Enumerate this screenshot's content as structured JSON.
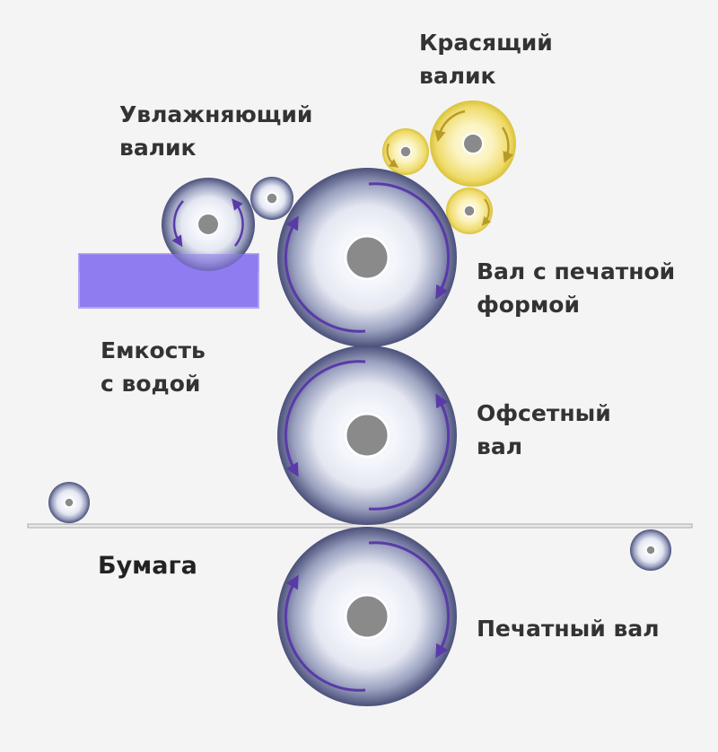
{
  "labels": {
    "ink_roller": [
      "Красящий",
      "валик"
    ],
    "damp_roller": [
      "Увлажняющий",
      "валик"
    ],
    "plate_cylinder": [
      "Вал с печатной",
      "формой"
    ],
    "water_fountain": [
      "Емкость",
      "с водой"
    ],
    "blanket_cylinder": [
      "Офсетный",
      "вал"
    ],
    "paper": "Бумага",
    "impression_cylinder": "Печатный вал"
  },
  "colors": {
    "background": "#f4f4f4",
    "cylinder_edge": "#4a4f72",
    "cylinder_mid": "#9ea6c2",
    "cylinder_center": "#e9eef8",
    "hub": "#8a8a8a",
    "ink_yellow": "#e6d24c",
    "ink_yellow_light": "#fbf6cf",
    "water_fill": "#8f7cf0",
    "water_stroke": "#b3a6f7",
    "rotation_arrow": "#5a3aa8",
    "ink_arrow": "#b89a2a",
    "paper_line": "#aaaaaa",
    "label_text": "#333333"
  }
}
